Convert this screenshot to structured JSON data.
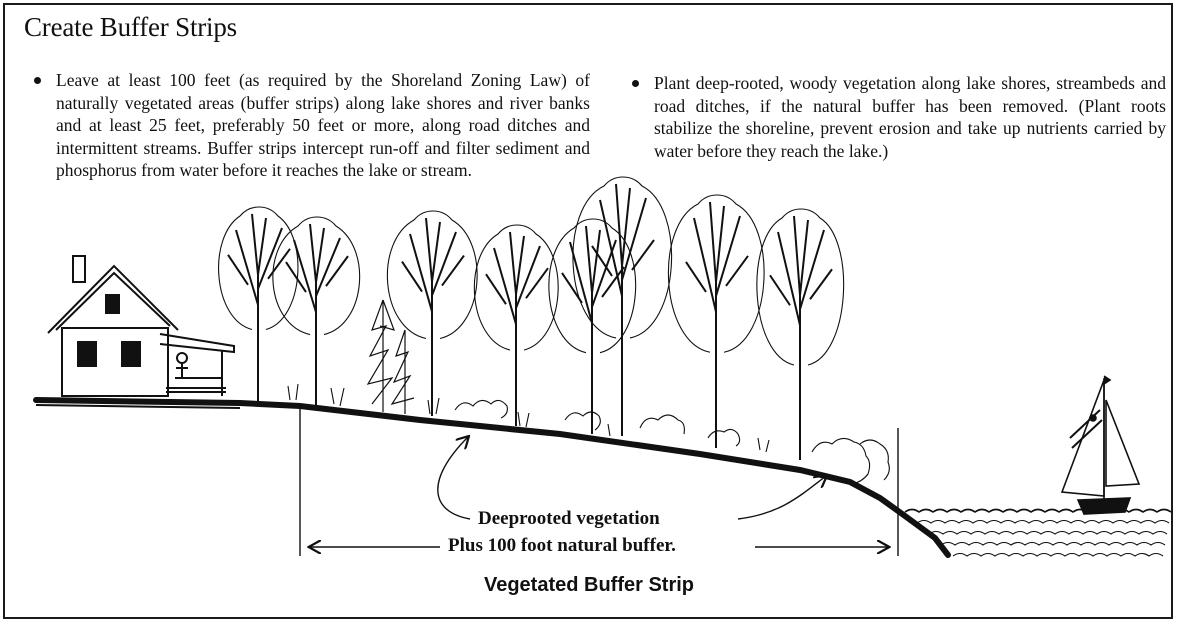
{
  "title": "Create Buffer Strips",
  "bullets": [
    "Leave at least 100 feet (as required by the Shoreland Zoning Law) of naturally vegetated areas (buffer strips) along lake shores and river banks and at least 25 feet, preferably 50 feet or more, along road ditches and intermittent streams. Buffer strips intercept run-off and filter sediment and phosphorus from water before it reaches the lake or stream.",
    "Plant deep-rooted, woody vegetation along lake shores, streambeds and road ditches, if the natural buffer has been removed. (Plant roots stabilize the shoreline, prevent erosion and take up nutrients carried by water before they reach the lake.)"
  ],
  "labels": {
    "roots": "Deeprooted vegetation",
    "buffer": "Plus 100 foot natural buffer."
  },
  "caption": "Vegetated Buffer Strip"
}
